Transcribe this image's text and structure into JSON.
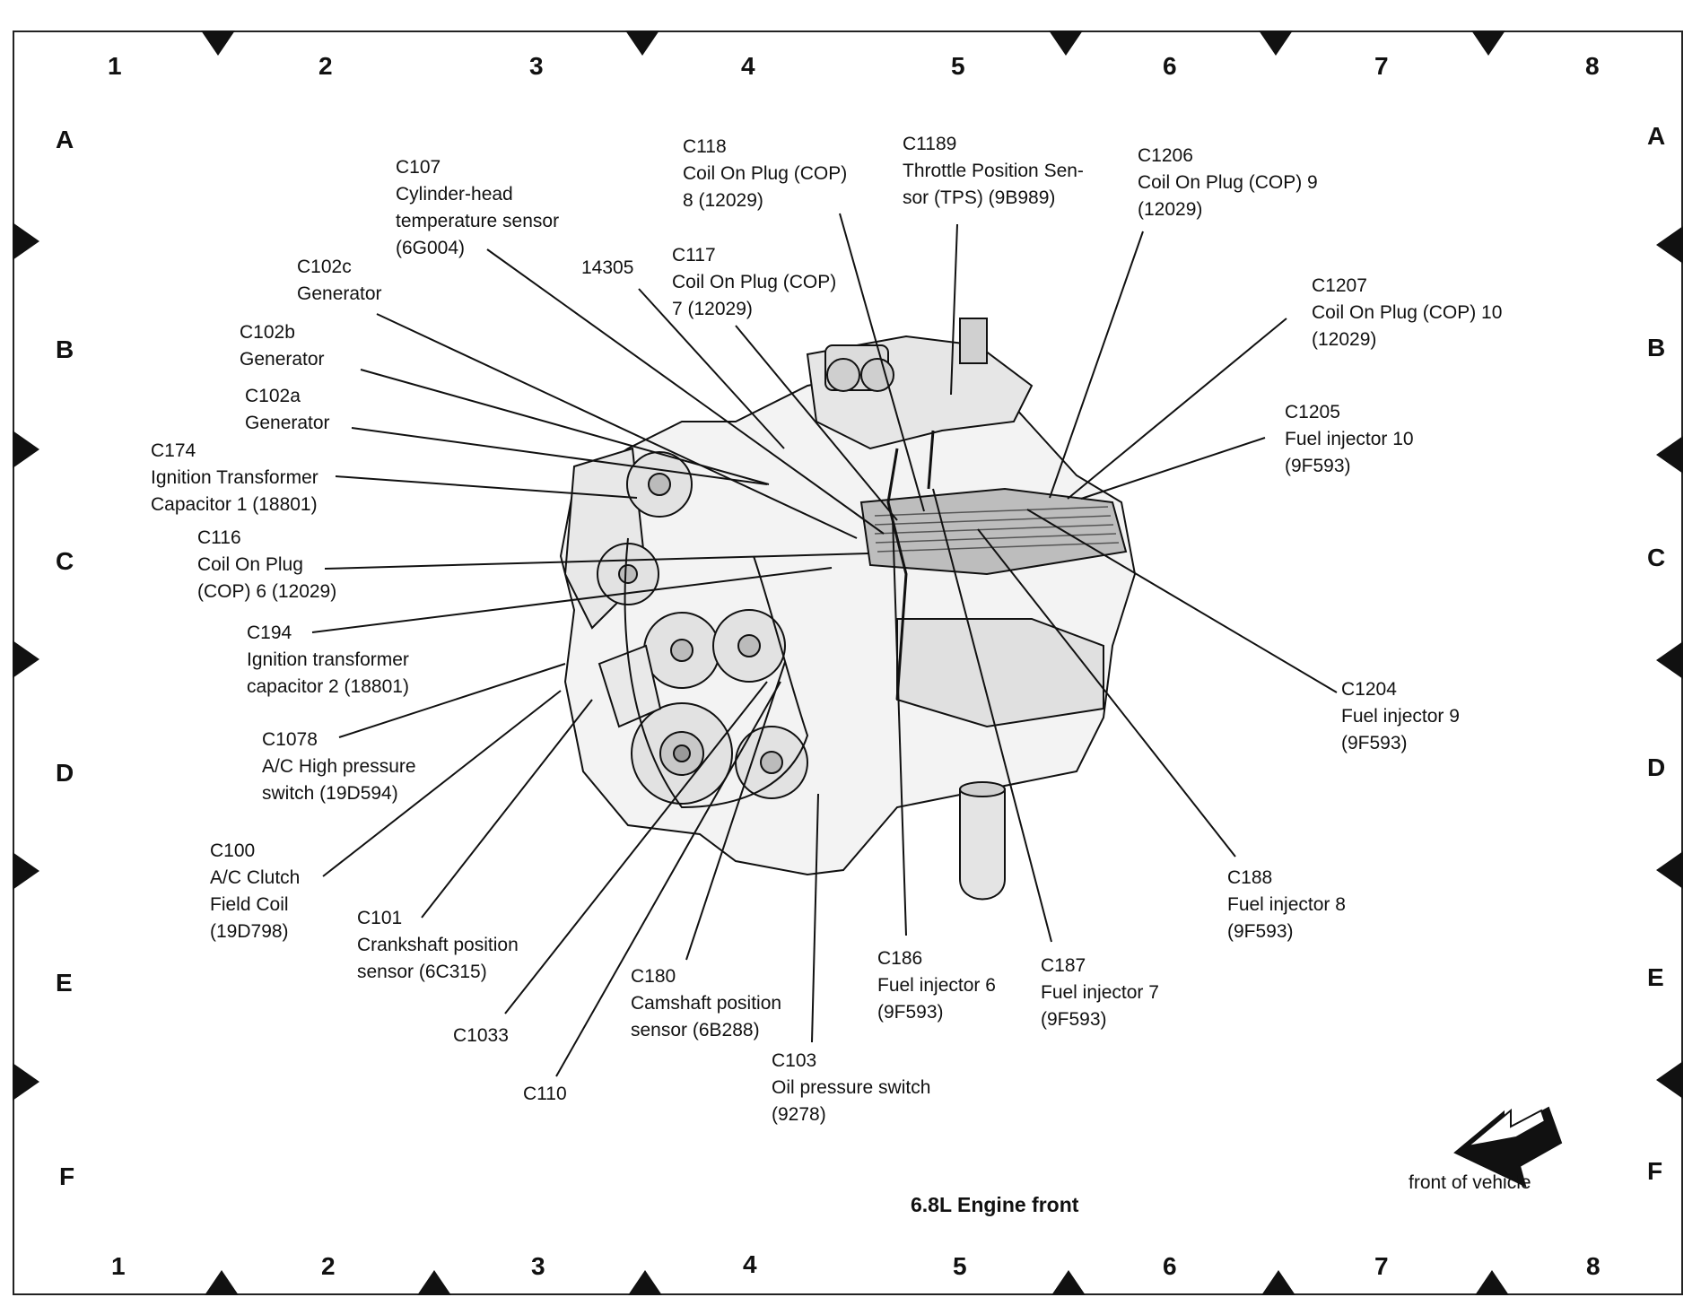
{
  "grid": {
    "columns": [
      "1",
      "2",
      "3",
      "4",
      "5",
      "6",
      "7",
      "8"
    ],
    "rows": [
      "A",
      "B",
      "C",
      "D",
      "E",
      "F"
    ]
  },
  "callouts": [
    {
      "id": "c107",
      "lines": [
        "C107",
        "Cylinder-head",
        "temperature sensor",
        "(6G004)"
      ]
    },
    {
      "id": "c118",
      "lines": [
        "C118",
        "Coil On Plug (COP)",
        "8 (12029)"
      ]
    },
    {
      "id": "c1189",
      "lines": [
        "C1189",
        "Throttle Position Sen-",
        "sor (TPS) (9B989)"
      ]
    },
    {
      "id": "c1206",
      "lines": [
        "C1206",
        "Coil On Plug (COP) 9",
        "(12029)"
      ]
    },
    {
      "id": "c102c",
      "lines": [
        "C102c",
        "Generator"
      ]
    },
    {
      "id": "n14305",
      "lines": [
        "14305"
      ]
    },
    {
      "id": "c117",
      "lines": [
        "C117",
        "Coil On Plug (COP)",
        "7 (12029)"
      ]
    },
    {
      "id": "c1207",
      "lines": [
        "C1207",
        "Coil On Plug (COP) 10",
        "(12029)"
      ]
    },
    {
      "id": "c102b",
      "lines": [
        "C102b",
        "Generator"
      ]
    },
    {
      "id": "c102a",
      "lines": [
        "C102a",
        "Generator"
      ]
    },
    {
      "id": "c1205",
      "lines": [
        "C1205",
        "Fuel injector 10",
        "(9F593)"
      ]
    },
    {
      "id": "c174",
      "lines": [
        "C174",
        "Ignition Transformer",
        "Capacitor 1 (18801)"
      ]
    },
    {
      "id": "c116",
      "lines": [
        "C116",
        "Coil On Plug",
        "(COP) 6 (12029)"
      ]
    },
    {
      "id": "c194",
      "lines": [
        "C194",
        "Ignition transformer",
        "capacitor 2 (18801)"
      ]
    },
    {
      "id": "c1204",
      "lines": [
        "C1204",
        "Fuel injector 9",
        "(9F593)"
      ]
    },
    {
      "id": "c1078",
      "lines": [
        "C1078",
        "A/C High pressure",
        "switch (19D594)"
      ]
    },
    {
      "id": "c100",
      "lines": [
        "C100",
        "A/C Clutch",
        "Field Coil",
        "(19D798)"
      ]
    },
    {
      "id": "c188",
      "lines": [
        "C188",
        "Fuel injector 8",
        "(9F593)"
      ]
    },
    {
      "id": "c101",
      "lines": [
        "C101",
        "Crankshaft position",
        "sensor (6C315)"
      ]
    },
    {
      "id": "c186",
      "lines": [
        "C186",
        "Fuel injector 6",
        "(9F593)"
      ]
    },
    {
      "id": "c187",
      "lines": [
        "C187",
        "Fuel injector 7",
        "(9F593)"
      ]
    },
    {
      "id": "c180",
      "lines": [
        "C180",
        "Camshaft position",
        "sensor (6B288)"
      ]
    },
    {
      "id": "c1033",
      "lines": [
        "C1033"
      ]
    },
    {
      "id": "c103",
      "lines": [
        "C103",
        "Oil pressure switch",
        "(9278)"
      ]
    },
    {
      "id": "c110",
      "lines": [
        "C110"
      ]
    }
  ],
  "caption": "6.8L Engine front",
  "front_label": "front of vehicle"
}
